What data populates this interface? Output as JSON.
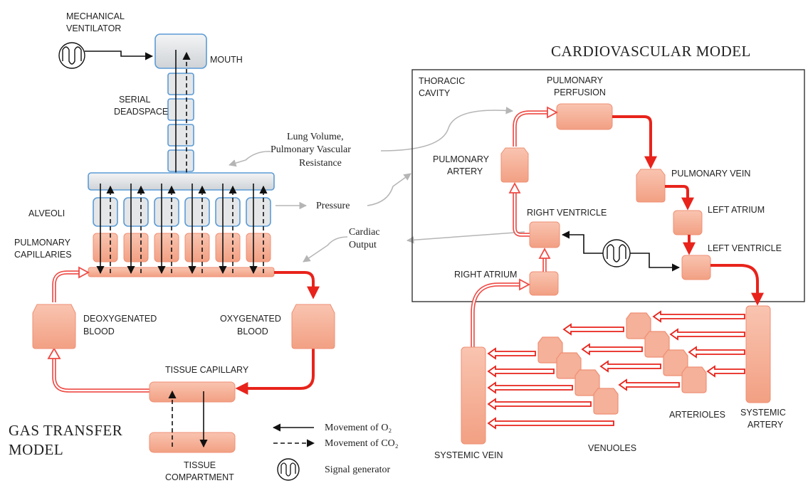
{
  "titles": {
    "cardio": "CARDIOVASCULAR MODEL",
    "gas_line1": "GAS TRANSFER",
    "gas_line2": "MODEL"
  },
  "labels": {
    "mech_vent_1": "MECHANICAL",
    "mech_vent_2": "VENTILATOR",
    "mouth": "MOUTH",
    "deadspace_1": "SERIAL",
    "deadspace_2": "DEADSPACE",
    "alveoli": "ALVEOLI",
    "pulm_cap_1": "PULMONARY",
    "pulm_cap_2": "CAPILLARIES",
    "deoxy_1": "DEOXYGENATED",
    "deoxy_2": "BLOOD",
    "oxy_1": "OXYGENATED",
    "oxy_2": "BLOOD",
    "tissue_cap": "TISSUE CAPILLARY",
    "tissue_comp_1": "TISSUE",
    "tissue_comp_2": "COMPARTMENT",
    "thoracic_1": "THORACIC",
    "thoracic_2": "CAVITY",
    "pulm_perf_1": "PULMONARY",
    "pulm_perf_2": "PERFUSION",
    "pulm_artery_1": "PULMONARY",
    "pulm_artery_2": "ARTERY",
    "pulm_vein": "PULMONARY VEIN",
    "left_atrium": "LEFT ATRIUM",
    "left_ventricle": "LEFT VENTRICLE",
    "right_ventricle": "RIGHT VENTRICLE",
    "right_atrium": "RIGHT ATRIUM",
    "systemic_artery_1": "SYSTEMIC",
    "systemic_artery_2": "ARTERY",
    "arterioles": "ARTERIOLES",
    "venuoles": "VENUOLES",
    "systemic_vein": "SYSTEMIC VEIN"
  },
  "couplings": {
    "lung_volume_1": "Lung Volume,",
    "lung_volume_2": "Pulmonary Vascular",
    "lung_volume_3": "Resistance",
    "pressure": "Pressure",
    "cardiac_1": "Cardiac",
    "cardiac_2": "Output"
  },
  "legend": {
    "o2": "Movement of O₂",
    "co2": "Movement of CO₂",
    "signal": "Signal generator"
  },
  "colors": {
    "flow_oxygenated": "#e8231b",
    "flow_deoxygenated": "#ee4a44",
    "compartment_fill": "#f5b19a",
    "airway_fill": "#e4e6e8",
    "airway_border": "#5b9bd5",
    "coupling_arrow": "#b5b5b5"
  }
}
